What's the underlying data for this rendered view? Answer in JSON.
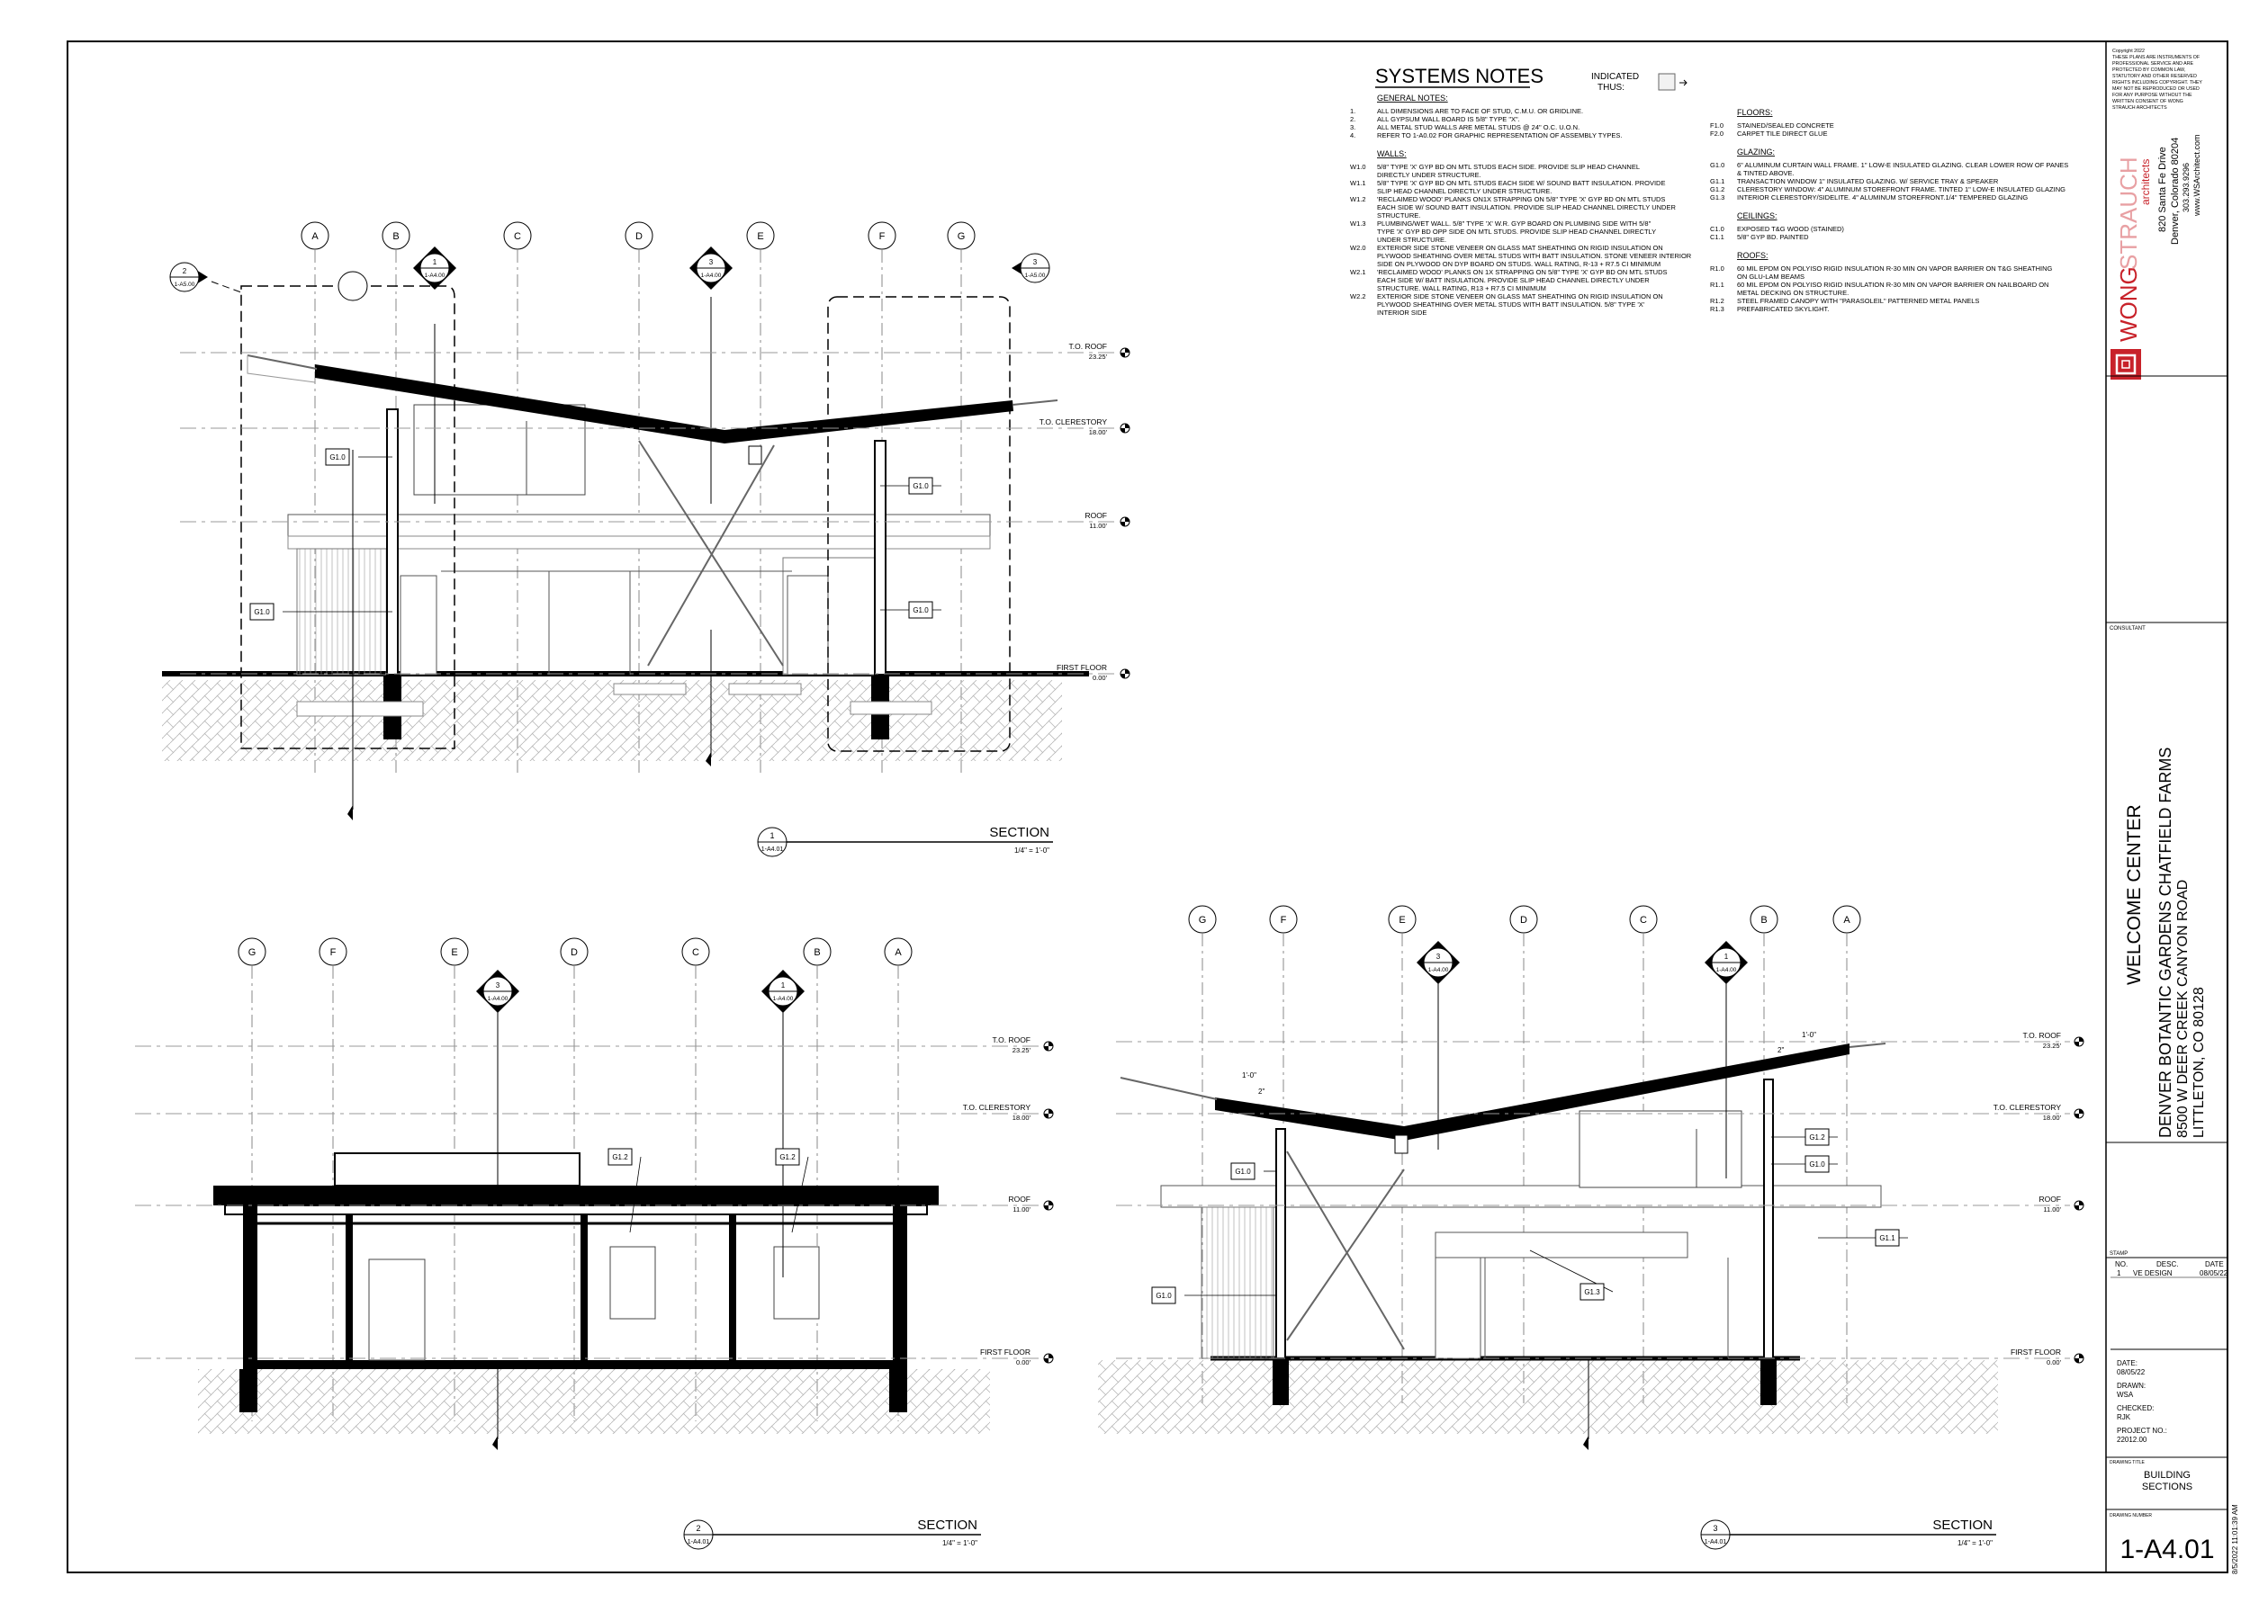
{
  "notes": {
    "title": "SYSTEMS NOTES",
    "indicated": [
      "INDICATED",
      "THUS:"
    ],
    "groups": [
      {
        "heading": "GENERAL NOTES:",
        "items": [
          {
            "n": "1.",
            "t": "ALL DIMENSIONS ARE TO FACE OF STUD, C.M.U. OR GRIDLINE."
          },
          {
            "n": "2.",
            "t": "ALL GYPSUM WALL BOARD IS 5/8\" TYPE \"X\"."
          },
          {
            "n": "3.",
            "t": "ALL METAL STUD WALLS ARE METAL STUDS @ 24\" O.C. U.O.N."
          },
          {
            "n": "4.",
            "t": "REFER TO 1-A0.02 FOR GRAPHIC REPRESENTATION OF ASSEMBLY TYPES."
          }
        ]
      },
      {
        "heading": "WALLS:",
        "items": [
          {
            "n": "W1.0",
            "t": "5/8\" TYPE 'X' GYP BD ON MTL STUDS EACH SIDE. PROVIDE SLIP HEAD CHANNEL DIRECTLY UNDER STRUCTURE."
          },
          {
            "n": "W1.1",
            "t": "5/8\" TYPE 'X' GYP BD ON MTL STUDS EACH SIDE W/ SOUND BATT INSULATION. PROVIDE SLIP HEAD CHANNEL DIRECTLY UNDER STRUCTURE."
          },
          {
            "n": "W1.2",
            "t": "'RECLAIMED WOOD' PLANKS ON1X STRAPPING ON 5/8\" TYPE 'X' GYP BD ON MTL STUDS EACH SIDE W/ SOUND BATT INSULATION. PROVIDE SLIP HEAD CHANNEL DIRECTLY UNDER STRUCTURE."
          },
          {
            "n": "W1.3",
            "t": "PLUMBING/WET WALL. 5/8\" TYPE 'X' W.R. GYP BOARD ON PLUMBING SIDE WITH 5/8\" TYPE 'X' GYP BD OPP SIDE ON MTL STUDS. PROVIDE SLIP HEAD CHANNEL DIRECTLY UNDER STRUCTURE."
          },
          {
            "n": "W2.0",
            "t": "EXTERIOR SIDE STONE VENEER ON GLASS MAT SHEATHING ON RIGID INSULATION ON PLYWOOD SHEATHING OVER METAL STUDS WITH BATT INSULATION. STONE VENEER INTERIOR SIDE ON PLYWOOD ON DYP BOARD ON STUDS. WALL RATING, R-13 + R7.5 CI MINIMUM"
          },
          {
            "n": "W2.1",
            "t": "'RECLAIMED WOOD' PLANKS ON 1X STRAPPING ON 5/8\" TYPE 'X' GYP BD ON MTL STUDS EACH SIDE W/ BATT INSULATION. PROVIDE SLIP HEAD CHANNEL DIRECTLY UNDER STRUCTURE. WALL RATING, R13 + R7.5 CI MINIMUM"
          },
          {
            "n": "W2.2",
            "t": "EXTERIOR SIDE STONE VENEER ON GLASS MAT SHEATHING ON RIGID INSULATION ON PLYWOOD SHEATHING OVER METAL STUDS WITH BATT INSULATION. 5/8\" TYPE 'X' INTERIOR SIDE"
          }
        ]
      },
      {
        "heading": "FLOORS:",
        "items": [
          {
            "n": "F1.0",
            "t": "STAINED/SEALED CONCRETE"
          },
          {
            "n": "F2.0",
            "t": "CARPET TILE DIRECT GLUE"
          }
        ]
      },
      {
        "heading": "GLAZING:",
        "items": [
          {
            "n": "G1.0",
            "t": "6\" ALUMINUM CURTAIN WALL FRAME. 1\" LOW-E INSULATED GLAZING. CLEAR LOWER ROW OF PANES & TINTED ABOVE."
          },
          {
            "n": "G1.1",
            "t": "TRANSACTION WINDOW 1\" INSULATED GLAZING. W/ SERVICE TRAY & SPEAKER"
          },
          {
            "n": "G1.2",
            "t": "CLERESTORY WINDOW: 4\" ALUMINUM STOREFRONT FRAME. TINTED 1\" LOW-E INSULATED GLAZING"
          },
          {
            "n": "G1.3",
            "t": "INTERIOR CLERESTORY/SIDELITE. 4\" ALUMINUM STOREFRONT.1/4\" TEMPERED GLAZING"
          }
        ]
      },
      {
        "heading": "CEILINGS:",
        "items": [
          {
            "n": "C1.0",
            "t": "EXPOSED T&G WOOD (STAINED)"
          },
          {
            "n": "C1.1",
            "t": "5/8\" GYP BD. PAINTED"
          }
        ]
      },
      {
        "heading": "ROOFS:",
        "items": [
          {
            "n": "R1.0",
            "t": "60 MIL EPDM ON POLYISO RIGID INSULATION R-30 MIN ON VAPOR BARRIER ON T&G SHEATHING ON GLU-LAM BEAMS"
          },
          {
            "n": "R1.1",
            "t": "60 MIL EPDM ON POLYISO RIGID INSULATION R-30 MIN ON VAPOR BARRIER ON NAILBOARD ON METAL DECKING ON STRUCTURE."
          },
          {
            "n": "R1.2",
            "t": "STEEL FRAMED CANOPY WITH \"PARASOLEIL\" PATTERNED METAL PANELS"
          },
          {
            "n": "R1.3",
            "t": "PREFABRICATED SKYLIGHT."
          }
        ]
      }
    ]
  },
  "sections": [
    {
      "id": "section-1",
      "title": "SECTION",
      "scale": "1/4\" = 1'-0\"",
      "tag_num": "1",
      "tag_sheet": "1-A4.01",
      "grid": [
        "A",
        "B",
        "C",
        "D",
        "E",
        "F",
        "G"
      ],
      "levels": [
        {
          "name": "T.O. ROOF",
          "elev": "23.25'"
        },
        {
          "name": "T.O. CLERESTORY",
          "elev": "18.00'"
        },
        {
          "name": "ROOF",
          "elev": "11.00'"
        },
        {
          "name": "FIRST FLOOR",
          "elev": "0.00'"
        }
      ],
      "callouts": [
        {
          "num": "2",
          "sheet": "1-A5.00"
        },
        {
          "num": "1",
          "sheet": "1-A4.00"
        },
        {
          "num": "3",
          "sheet": "1-A4.00"
        },
        {
          "num": "3",
          "sheet": "1-A5.00"
        }
      ],
      "tags": [
        "G1.0",
        "G1.0",
        "G1.0",
        "G1.0"
      ]
    },
    {
      "id": "section-2",
      "title": "SECTION",
      "scale": "1/4\" = 1'-0\"",
      "tag_num": "2",
      "tag_sheet": "1-A4.01",
      "grid": [
        "G",
        "F",
        "E",
        "D",
        "C",
        "B",
        "A"
      ],
      "levels": [
        {
          "name": "T.O. ROOF",
          "elev": "23.25'"
        },
        {
          "name": "T.O. CLERESTORY",
          "elev": "18.00'"
        },
        {
          "name": "ROOF",
          "elev": "11.00'"
        },
        {
          "name": "FIRST FLOOR",
          "elev": "0.00'"
        }
      ],
      "callouts": [
        {
          "num": "3",
          "sheet": "1-A4.00"
        },
        {
          "num": "1",
          "sheet": "1-A4.00"
        }
      ],
      "tags": [
        "G1.2",
        "G1.2"
      ]
    },
    {
      "id": "section-3",
      "title": "SECTION",
      "scale": "1/4\" = 1'-0\"",
      "tag_num": "3",
      "tag_sheet": "1-A4.01",
      "grid": [
        "G",
        "F",
        "E",
        "D",
        "C",
        "B",
        "A"
      ],
      "levels": [
        {
          "name": "T.O. ROOF",
          "elev": "23.25'"
        },
        {
          "name": "T.O. CLERESTORY",
          "elev": "18.00'"
        },
        {
          "name": "ROOF",
          "elev": "11.00'"
        },
        {
          "name": "FIRST FLOOR",
          "elev": "0.00'"
        }
      ],
      "callouts": [
        {
          "num": "3",
          "sheet": "1-A4.00"
        },
        {
          "num": "1",
          "sheet": "1-A4.00"
        }
      ],
      "tags": [
        "G1.0",
        "G1.2",
        "G1.0",
        "G1.1",
        "G1.0",
        "G1.3"
      ],
      "dims": [
        "1'-0\"",
        "2\"",
        "1'-0\"",
        "2\""
      ]
    }
  ],
  "titleblock": {
    "copyright_lines": [
      "Copyright 2022",
      "THESE PLANS ARE INSTRUMENTS OF",
      "PROFESSIONAL SERVICE AND ARE",
      "PROTECTED BY COMMON LAW,",
      "STATUTORY AND OTHER RESERVED",
      "RIGHTS INCLUDING COPYRIGHT. THEY",
      "MAY NOT BE REPRODUCED OR USED",
      "FOR ANY PURPOSE WITHOUT THE",
      "WRITTEN CONSENT OF WONG",
      "STRAUCH ARCHITECTS"
    ],
    "firm_a": "WONG",
    "firm_b": "STRAUCH",
    "firm_sub": "architects",
    "addr": [
      "820 Santa Fe Drive",
      "Denver, Colorado 80204",
      "303.293.9296",
      "www.WSArchitect.com"
    ],
    "brand_color": "#c8222a",
    "consultant": "CONSULTANT",
    "project": [
      "WELCOME CENTER",
      "DENVER BOTANTIC GARDENS CHATFIELD FARMS",
      "8500 W DEER CREEK CANYON ROAD",
      "LITTLETON, CO  80128"
    ],
    "stamp": "STAMP",
    "rev_head": [
      "NO.",
      "DESC.",
      "DATE"
    ],
    "rev_row": [
      "1",
      "VE DESIGN",
      "08/05/22"
    ],
    "fields": [
      {
        "label": "DATE:",
        "value": "08/05/22"
      },
      {
        "label": "DRAWN:",
        "value": "WSA"
      },
      {
        "label": "CHECKED:",
        "value": "RJK"
      },
      {
        "label": "PROJECT NO.:",
        "value": "22012.00"
      }
    ],
    "drawing_title_label": "DRAWING TITLE",
    "drawing_title": [
      "BUILDING",
      "SECTIONS"
    ],
    "drawing_number_label": "DRAWING NUMBER",
    "drawing_number": "1-A4.01",
    "plot_stamp": "8/5/2022 11:01:39 AM"
  }
}
